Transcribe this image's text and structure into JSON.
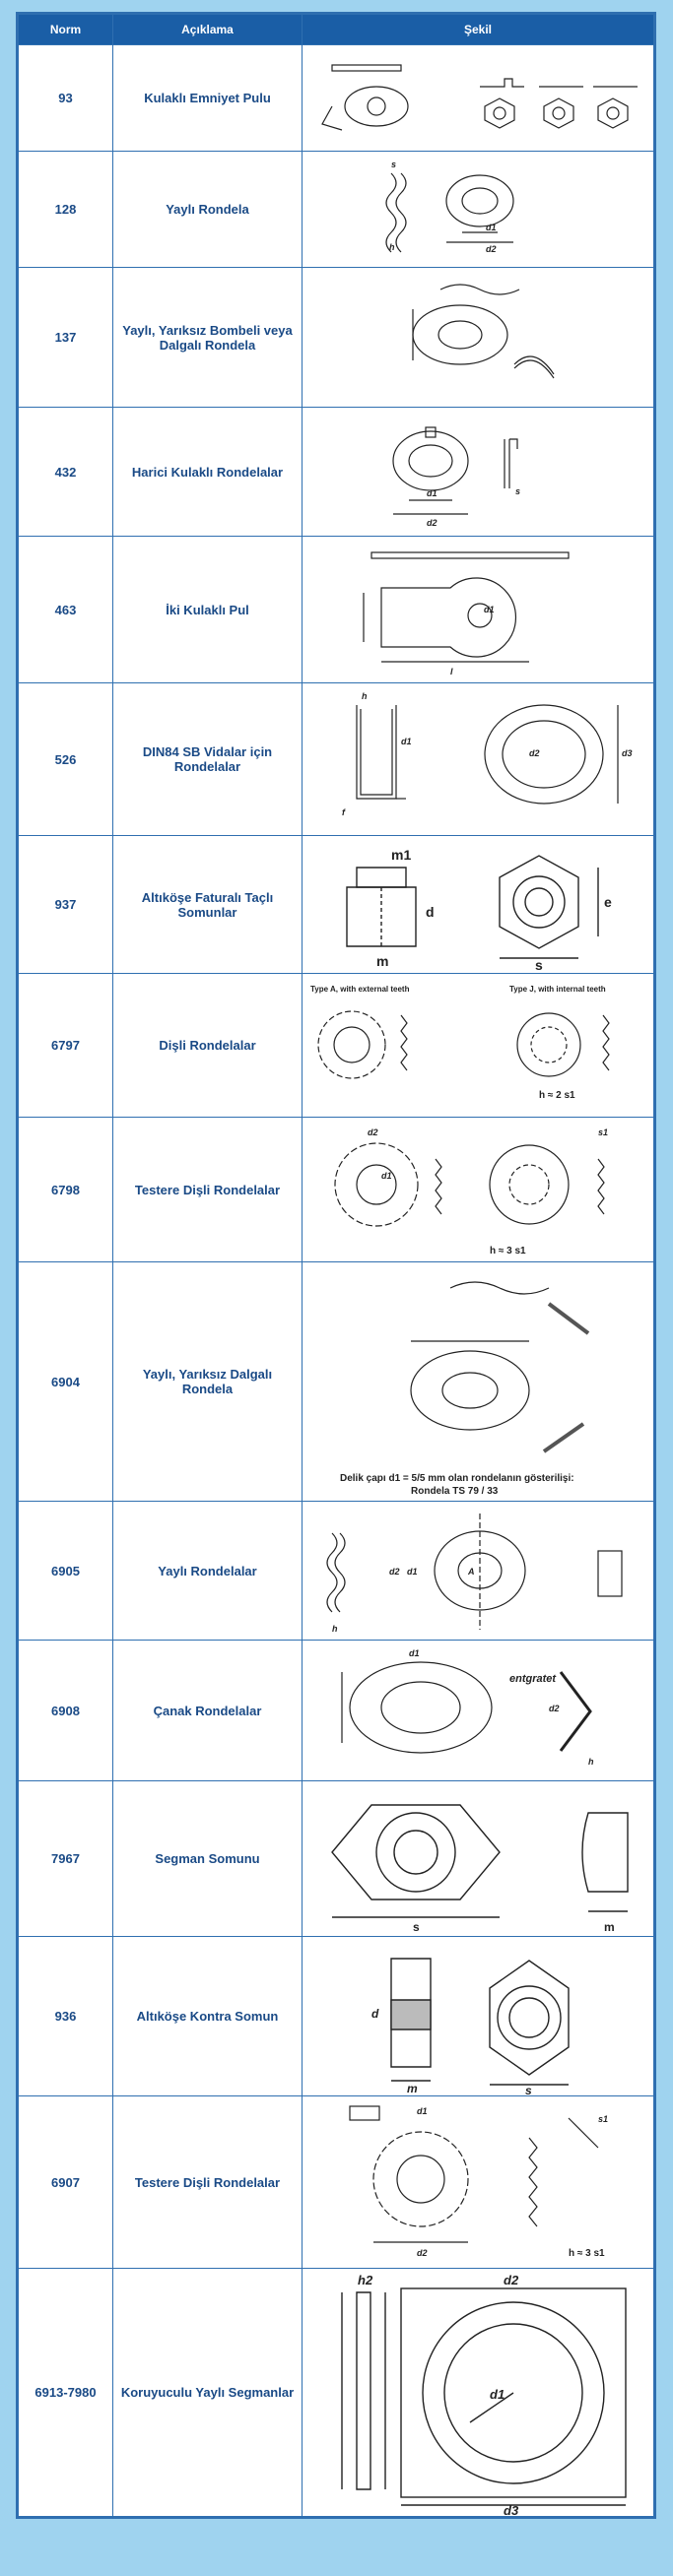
{
  "header": {
    "norm": "Norm",
    "description": "Açıklama",
    "figure": "Şekil"
  },
  "rows": [
    {
      "norm": "93",
      "desc": "Kulaklı Emniyet Pulu",
      "figure_icon": "tab-washer-drawing"
    },
    {
      "norm": "128",
      "desc": "Yaylı Rondela",
      "figure_icon": "spring-washer-drawing",
      "labels": [
        "d1",
        "d2",
        "h",
        "s"
      ]
    },
    {
      "norm": "137",
      "desc": "Yaylı, Yarıksız Bombeli veya Dalgalı Rondela",
      "figure_icon": "curved-spring-washer-drawing"
    },
    {
      "norm": "432",
      "desc": "Harici Kulaklı Rondelalar",
      "figure_icon": "external-tab-washer-drawing",
      "labels": [
        "d1",
        "d2",
        "s"
      ]
    },
    {
      "norm": "463",
      "desc": "İki Kulaklı Pul",
      "figure_icon": "double-tab-washer-drawing",
      "labels": [
        "d1",
        "l"
      ]
    },
    {
      "norm": "526",
      "desc": "DIN84 SB Vidalar için Rondelalar",
      "figure_icon": "cup-washer-drawing",
      "labels": [
        "h",
        "d1",
        "d2",
        "d3",
        "f"
      ]
    },
    {
      "norm": "937",
      "desc": "Altıköşe Faturalı Taçlı Somunlar",
      "figure_icon": "castle-nut-drawing",
      "labels": [
        "m1",
        "d",
        "m",
        "s",
        "e"
      ]
    },
    {
      "norm": "6797",
      "desc": "Dişli Rondelalar",
      "figure_icon": "tooth-lock-washer-drawing",
      "type_a": "Type A, with external teeth",
      "type_j": "Type J, with internal teeth",
      "note": "h ≈ 2 s1"
    },
    {
      "norm": "6798",
      "desc": "Testere Dişli Rondelalar",
      "figure_icon": "serrated-washer-drawing",
      "labels": [
        "d2",
        "d1",
        "s1"
      ],
      "note": "h ≈ 3 s1"
    },
    {
      "norm": "6904",
      "desc": "Yaylı, Yarıksız Dalgalı Rondela",
      "figure_icon": "wave-washer-drawing",
      "caption_1": "Delik çapı d1 = 5/5 mm olan rondelanın gösterilişi:",
      "caption_2": "Rondela  TS 79 / 33"
    },
    {
      "norm": "6905",
      "desc": "Yaylı Rondelalar",
      "figure_icon": "spring-washer-section-drawing",
      "labels": [
        "A",
        "h",
        "d1",
        "d2"
      ]
    },
    {
      "norm": "6908",
      "desc": "Çanak Rondelalar",
      "figure_icon": "conical-washer-drawing",
      "labels": [
        "d1",
        "d2",
        "h",
        "entgratet"
      ]
    },
    {
      "norm": "7967",
      "desc": "Segman Somunu",
      "figure_icon": "lock-nut-drawing",
      "labels": [
        "s",
        "m"
      ]
    },
    {
      "norm": "936",
      "desc": "Altıköşe Kontra Somun",
      "figure_icon": "hex-thin-nut-drawing",
      "labels": [
        "d",
        "m",
        "s"
      ]
    },
    {
      "norm": "6907",
      "desc": "Testere Dişli Rondelalar",
      "figure_icon": "serrated-washer-drawing-2",
      "labels": [
        "d1",
        "d2",
        "s1"
      ],
      "note": "h ≈ 3 s1"
    },
    {
      "norm": "6913-7980",
      "desc": "Koruyuculu Yaylı Segmanlar",
      "figure_icon": "protected-spring-ring-drawing",
      "labels": [
        "h2",
        "d2",
        "d1",
        "d3"
      ]
    }
  ],
  "colors": {
    "header_bg": "#1a5ea6",
    "border": "#2f6fb0",
    "text": "#1a4a86",
    "page_bg": "#9fd3ef"
  }
}
